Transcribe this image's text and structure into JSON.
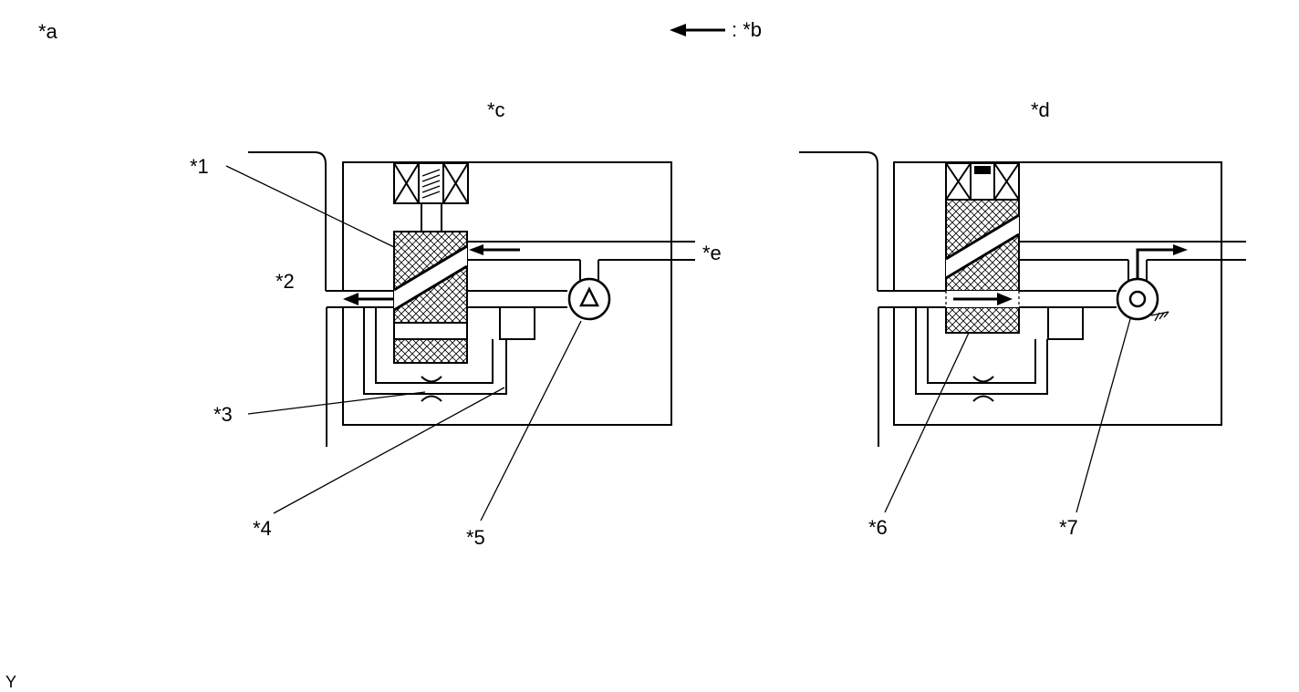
{
  "labels": {
    "a": "*a",
    "b": ": *b",
    "c": "*c",
    "d": "*d",
    "e": "*e",
    "n1": "*1",
    "n2": "*2",
    "n3": "*3",
    "n4": "*4",
    "n5": "*5",
    "n6": "*6",
    "n7": "*7",
    "y": "Y"
  },
  "colors": {
    "line": "#000000",
    "background": "#ffffff"
  }
}
